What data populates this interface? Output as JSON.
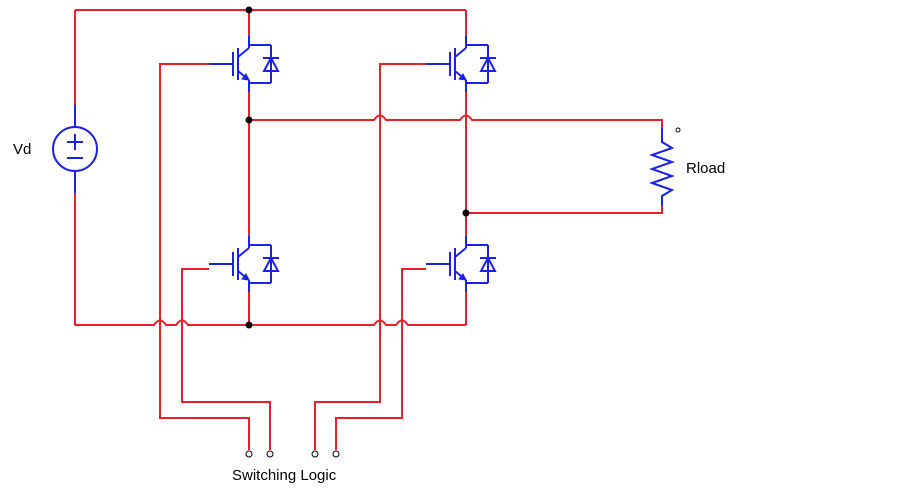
{
  "labels": {
    "source": "Vd",
    "load": "Rload",
    "control": "Switching Logic"
  },
  "colors": {
    "wire": "#e8202a",
    "device": "#1a22e6",
    "node": "#000000",
    "background": "#ffffff"
  },
  "icons": {
    "source": "dc-voltage-source-icon",
    "switch": "igbt-with-antiparallel-diode-icon",
    "load": "resistor-icon"
  }
}
